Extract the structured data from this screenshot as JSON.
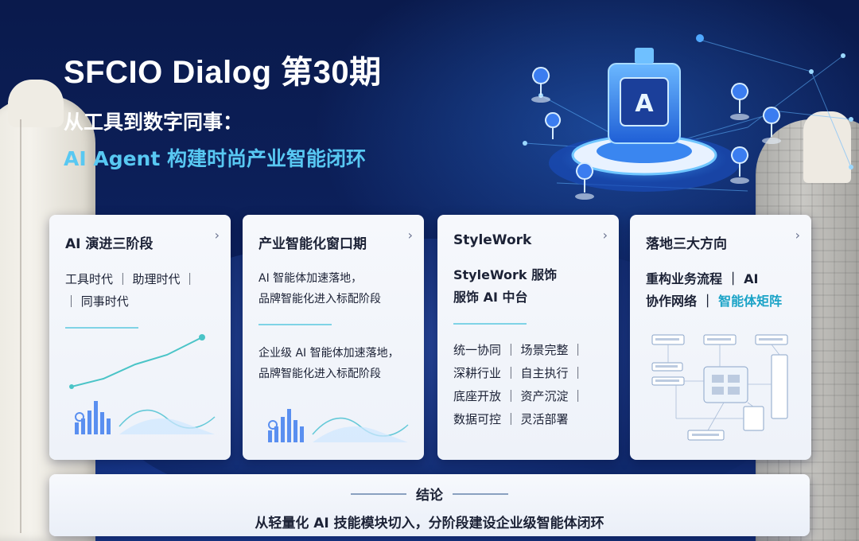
{
  "title": {
    "main": "SFCIO Dialog 第30期",
    "sub1": "从工具到数字同事：",
    "sub2": "AI Agent 构建时尚产业智能闭环"
  },
  "cards": [
    {
      "title": "AI 演进三阶段",
      "lines": [
        "工具时代 ｜ 助理时代 ｜",
        "｜ 同事时代"
      ]
    },
    {
      "title": "产业智能化窗口期",
      "lines": [
        "AI 智能体加速落地，",
        "品牌智能化进入标配阶段"
      ],
      "lines2": [
        "企业级 AI 智能体加速落地，",
        "品牌智能化进入标配阶段"
      ]
    },
    {
      "title": "StyleWork",
      "lines": [
        "StyleWork 服饰",
        "服饰 AI 中台"
      ],
      "list": [
        "统一协同 ｜ 场景完整 ｜",
        "深耕行业 ｜ 自主执行 ｜",
        "底座开放 ｜ 资产沉淀 ｜",
        "数据可控 ｜ 灵活部署"
      ]
    },
    {
      "title": "落地三大方向",
      "line1": "重构业务流程 ｜ AI",
      "line2a": "协作网络 ｜ ",
      "line2b": "智能体矩阵"
    }
  ],
  "conclusion": {
    "title": "结论",
    "text": "从轻量化 AI 技能模块切入，分阶段建设企业级智能体闭环"
  },
  "icons": {
    "chevron": "chevron-right-icon",
    "hologram": "ai-agent-hologram-icon",
    "location": "location-pin-icon"
  },
  "colors": {
    "accent": "#58c8f2",
    "highlight": "#1aa3c7",
    "background": "#0b1b4a"
  }
}
